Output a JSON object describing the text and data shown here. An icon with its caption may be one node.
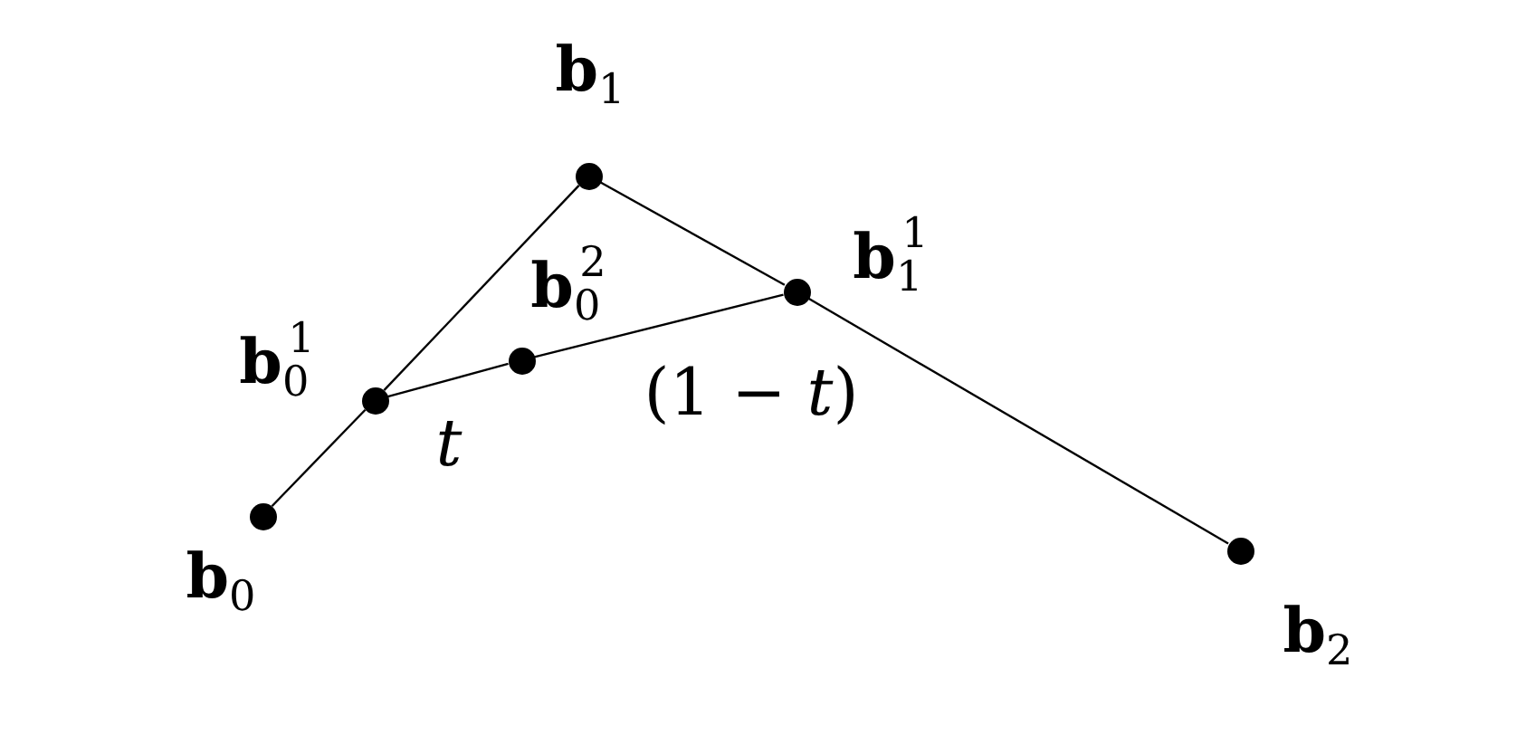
{
  "diagram": {
    "nodes": [
      {
        "text": [],
        "shape": "circle",
        "beside": [
          "**b**$_{0}$"
        ]
      },
      {
        "text": [],
        "shape": "circle",
        "beside": [
          "**b**$_{0}$$^{1}$"
        ]
      },
      {
        "text": [],
        "shape": "circle",
        "beside": [
          "**b**$_{1}$"
        ]
      },
      {
        "text": [],
        "shape": "circle",
        "beside": [
          "**b**$_{0}$$^{2}$"
        ]
      },
      {
        "text": [],
        "shape": "circle",
        "beside": [
          "**b**$_{1}$$^{1}$"
        ]
      },
      {
        "text": [],
        "shape": "circle",
        "beside": [
          "**b**$_{2}$"
        ]
      }
    ],
    "edges": [
      {
        "from": 0,
        "to": 1,
        "arrow": "none"
      },
      {
        "from": 1,
        "to": 2,
        "arrow": "none"
      },
      {
        "from": 2,
        "to": 4,
        "arrow": "none"
      },
      {
        "from": 4,
        "to": 5,
        "arrow": "none"
      },
      {
        "from": 1,
        "to": 3,
        "arrow": "none",
        "label": "t"
      },
      {
        "from": 3,
        "to": 4,
        "arrow": "none",
        "label": "(1 − *t*)"
      }
    ]
  }
}
